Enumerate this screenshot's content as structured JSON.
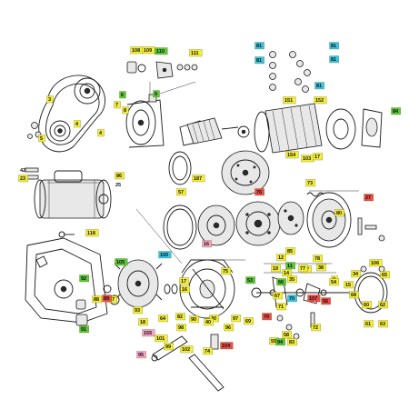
{
  "colors": {
    "yellow": "#f4ee3a",
    "green": "#58c93a",
    "cyan": "#38c6e6",
    "red": "#ef4a4a",
    "pink": "#f5a3c8",
    "tag_border": "#6a6a00"
  },
  "labels": [
    {
      "id": "108",
      "text": "108",
      "color": "yellow"
    },
    {
      "id": "109",
      "text": "109",
      "color": "yellow"
    },
    {
      "id": "110",
      "text": "110",
      "color": "green"
    },
    {
      "id": "111",
      "text": "111",
      "color": "yellow"
    },
    {
      "id": "81a",
      "text": "81",
      "color": "cyan"
    },
    {
      "id": "81b",
      "text": "81",
      "color": "cyan"
    },
    {
      "id": "81c",
      "text": "81",
      "color": "cyan"
    },
    {
      "id": "81d",
      "text": "81",
      "color": "cyan"
    },
    {
      "id": "81e",
      "text": "81",
      "color": "cyan"
    },
    {
      "id": "3",
      "text": "3",
      "color": "yellow"
    },
    {
      "id": "4",
      "text": "4",
      "color": "yellow"
    },
    {
      "id": "4b",
      "text": "4",
      "color": "yellow"
    },
    {
      "id": "5",
      "text": "5",
      "color": "yellow"
    },
    {
      "id": "6",
      "text": "6",
      "color": "green"
    },
    {
      "id": "7",
      "text": "7",
      "color": "yellow"
    },
    {
      "id": "8",
      "text": "8",
      "color": "yellow"
    },
    {
      "id": "9",
      "text": "9",
      "color": "green"
    },
    {
      "id": "151",
      "text": "151",
      "color": "yellow"
    },
    {
      "id": "152",
      "text": "152",
      "color": "yellow"
    },
    {
      "id": "154",
      "text": "154",
      "color": "yellow"
    },
    {
      "id": "103",
      "text": "103",
      "color": "yellow"
    },
    {
      "id": "17",
      "text": "17",
      "color": "yellow"
    },
    {
      "id": "84",
      "text": "84",
      "color": "green"
    },
    {
      "id": "42",
      "text": "42",
      "color": "none"
    },
    {
      "id": "23",
      "text": "23",
      "color": "yellow"
    },
    {
      "id": "25",
      "text": "25",
      "color": "none"
    },
    {
      "id": "86",
      "text": "86",
      "color": "yellow"
    },
    {
      "id": "187",
      "text": "187",
      "color": "yellow"
    },
    {
      "id": "57",
      "text": "57",
      "color": "yellow"
    },
    {
      "id": "73",
      "text": "73",
      "color": "yellow"
    },
    {
      "id": "76a",
      "text": "76",
      "color": "red"
    },
    {
      "id": "27",
      "text": "27",
      "color": "red"
    },
    {
      "id": "16a",
      "text": "16",
      "color": "pink"
    },
    {
      "id": "80",
      "text": "80",
      "color": "yellow"
    },
    {
      "id": "118",
      "text": "118",
      "color": "yellow"
    },
    {
      "id": "85",
      "text": "85",
      "color": "yellow"
    },
    {
      "id": "105",
      "text": "105",
      "color": "green"
    },
    {
      "id": "92",
      "text": "92",
      "color": "green"
    },
    {
      "id": "100",
      "text": "100",
      "color": "cyan"
    },
    {
      "id": "106",
      "text": "106",
      "color": "yellow"
    },
    {
      "id": "65",
      "text": "65",
      "color": "yellow"
    },
    {
      "id": "62",
      "text": "62",
      "color": "yellow"
    },
    {
      "id": "88",
      "text": "88",
      "color": "yellow"
    },
    {
      "id": "87",
      "text": "87",
      "color": "yellow"
    },
    {
      "id": "91",
      "text": "91",
      "color": "green"
    },
    {
      "id": "89",
      "text": "89",
      "color": "red"
    },
    {
      "id": "93",
      "text": "93",
      "color": "yellow"
    },
    {
      "id": "60",
      "text": "60",
      "color": "yellow"
    },
    {
      "id": "63",
      "text": "63",
      "color": "yellow"
    },
    {
      "id": "61",
      "text": "61",
      "color": "yellow"
    },
    {
      "id": "155",
      "text": "155",
      "color": "pink"
    },
    {
      "id": "18",
      "text": "18",
      "color": "yellow"
    },
    {
      "id": "64",
      "text": "64",
      "color": "yellow"
    },
    {
      "id": "82",
      "text": "82",
      "color": "yellow"
    },
    {
      "id": "90",
      "text": "90",
      "color": "yellow"
    },
    {
      "id": "30",
      "text": "30",
      "color": "yellow"
    },
    {
      "id": "40",
      "text": "40",
      "color": "yellow"
    },
    {
      "id": "96",
      "text": "96",
      "color": "yellow"
    },
    {
      "id": "97",
      "text": "97",
      "color": "yellow"
    },
    {
      "id": "98",
      "text": "98",
      "color": "yellow"
    },
    {
      "id": "101",
      "text": "101",
      "color": "yellow"
    },
    {
      "id": "104",
      "text": "104",
      "color": "red"
    },
    {
      "id": "69",
      "text": "69",
      "color": "yellow"
    },
    {
      "id": "12",
      "text": "12",
      "color": "yellow"
    },
    {
      "id": "14",
      "text": "14",
      "color": "yellow"
    },
    {
      "id": "11",
      "text": "11",
      "color": "green"
    },
    {
      "id": "19",
      "text": "19",
      "color": "yellow"
    },
    {
      "id": "35",
      "text": "35",
      "color": "yellow"
    },
    {
      "id": "37",
      "text": "37",
      "color": "yellow"
    },
    {
      "id": "38",
      "text": "38",
      "color": "yellow"
    },
    {
      "id": "8b",
      "text": "8",
      "color": "yellow"
    },
    {
      "id": "53",
      "text": "53",
      "color": "green"
    },
    {
      "id": "107",
      "text": "107",
      "color": "red"
    },
    {
      "id": "54a",
      "text": "54",
      "color": "yellow"
    },
    {
      "id": "34",
      "text": "34",
      "color": "yellow"
    },
    {
      "id": "15",
      "text": "15",
      "color": "yellow"
    },
    {
      "id": "56",
      "text": "56",
      "color": "red"
    },
    {
      "id": "68",
      "text": "68",
      "color": "yellow"
    },
    {
      "id": "70",
      "text": "70",
      "color": "cyan"
    },
    {
      "id": "71",
      "text": "71",
      "color": "yellow"
    },
    {
      "id": "72",
      "text": "72",
      "color": "yellow"
    },
    {
      "id": "79",
      "text": "79",
      "color": "red"
    },
    {
      "id": "78",
      "text": "78",
      "color": "yellow"
    },
    {
      "id": "77",
      "text": "77",
      "color": "yellow"
    },
    {
      "id": "66",
      "text": "66",
      "color": "green"
    },
    {
      "id": "67",
      "text": "67",
      "color": "yellow"
    },
    {
      "id": "58",
      "text": "58",
      "color": "yellow"
    },
    {
      "id": "59",
      "text": "59",
      "color": "yellow"
    },
    {
      "id": "83",
      "text": "83",
      "color": "yellow"
    },
    {
      "id": "94",
      "text": "94",
      "color": "green"
    },
    {
      "id": "95",
      "text": "95",
      "color": "pink"
    },
    {
      "id": "99",
      "text": "99",
      "color": "yellow"
    },
    {
      "id": "102",
      "text": "102",
      "color": "yellow"
    },
    {
      "id": "74",
      "text": "74",
      "color": "yellow"
    },
    {
      "id": "75",
      "text": "75",
      "color": "yellow"
    },
    {
      "id": "17b",
      "text": "17",
      "color": "yellow"
    },
    {
      "id": "16b",
      "text": "16",
      "color": "yellow"
    }
  ]
}
